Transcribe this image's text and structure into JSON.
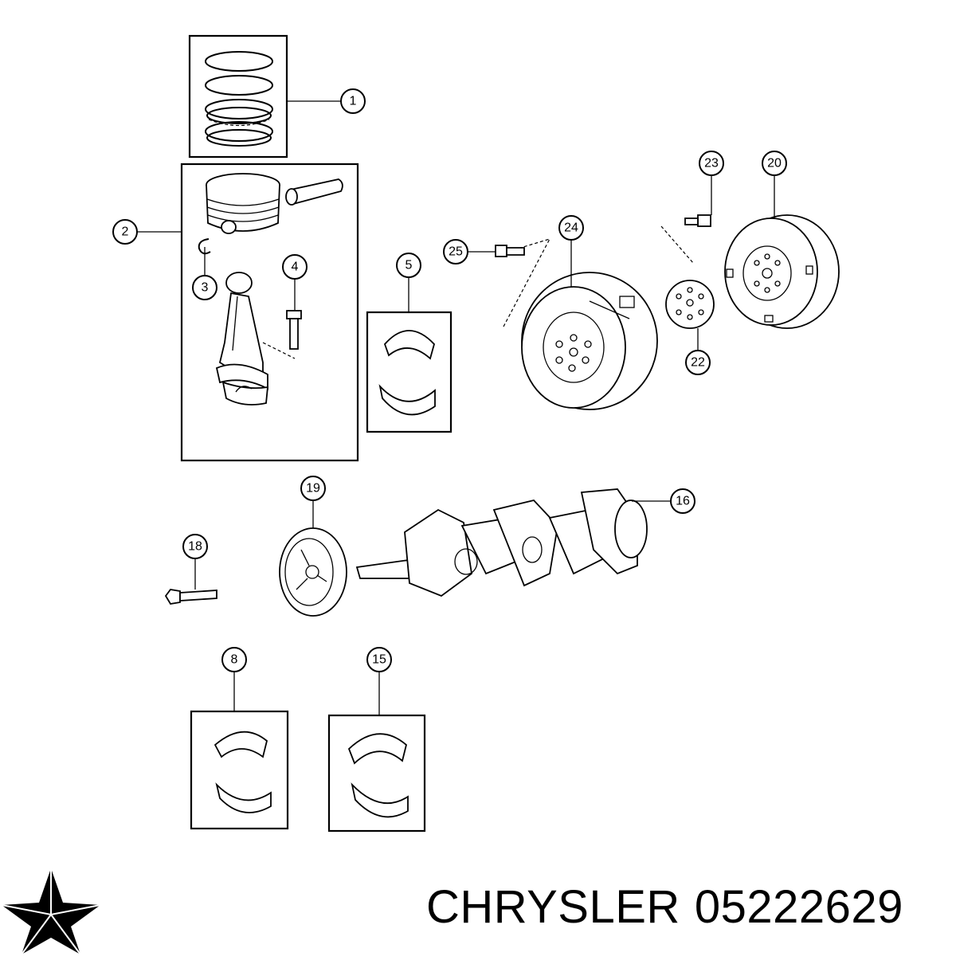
{
  "callouts": [
    "1",
    "2",
    "3",
    "4",
    "5",
    "8",
    "15",
    "16",
    "18",
    "19",
    "20",
    "22",
    "23",
    "24",
    "25"
  ],
  "footer": {
    "brand": "CHRYSLER",
    "part_number": "05222629"
  },
  "logo": {
    "icon": "chrysler-star-logo",
    "color": "#000000"
  }
}
